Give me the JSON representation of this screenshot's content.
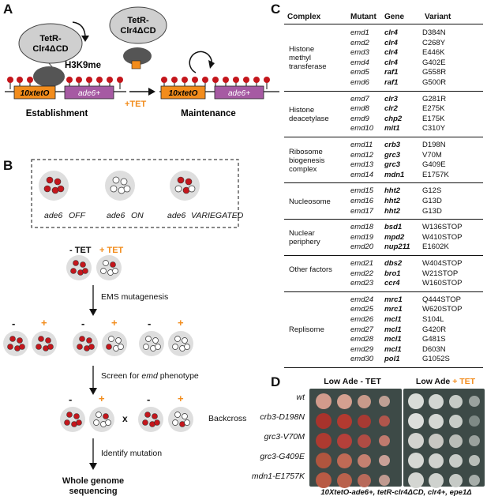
{
  "colors": {
    "orange": "#f28c1c",
    "purple": "#a65aa3",
    "red_cell": "#c4161c",
    "protein_gray": "#555555",
    "bubble_gray": "#cfcfcf",
    "dish_gray": "#dedede",
    "plate_bg": "#3d4a47"
  },
  "panel_a": {
    "letter": "A",
    "protein_label_left": "TetR-\nClr4ΔCD",
    "protein_label_right": "TetR-\nClr4ΔCD",
    "mark_label": "H3K9me",
    "tetO_label": "10xtetO",
    "ade_label": "ade6+",
    "tet_label": "+TET",
    "establishment": "Establishment",
    "maintenance": "Maintenance"
  },
  "panel_b": {
    "letter": "B",
    "legend": [
      {
        "gene": "ade6",
        "state": "OFF",
        "filled": 5,
        "open": 0
      },
      {
        "gene": "ade6",
        "state": "ON",
        "filled": 0,
        "open": 5
      },
      {
        "gene": "ade6",
        "state": "VARIEGATED",
        "filled": 3,
        "open": 2
      }
    ],
    "minus_tet": "- TET",
    "plus_tet": "+ TET",
    "minus": "-",
    "plus": "+",
    "step1": "EMS mutagenesis",
    "step2_pre": "Screen for ",
    "step2_em": "emd",
    "step2_post": " phenotype",
    "cross": "x",
    "backcross": "Backcross",
    "step3": "Identify mutation",
    "final_line1": "Whole genome",
    "final_line2": "sequencing"
  },
  "panel_c": {
    "letter": "C",
    "headers": {
      "complex": "Complex",
      "mutant": "Mutant",
      "gene": "Gene",
      "variant": "Variant"
    },
    "groups": [
      {
        "label": "Histone methyl transferase",
        "rows": [
          {
            "mutant": "emd1",
            "gene": "clr4",
            "variant": "D384N"
          },
          {
            "mutant": "emd2",
            "gene": "clr4",
            "variant": "C268Y"
          },
          {
            "mutant": "emd3",
            "gene": "clr4",
            "variant": "E446K"
          },
          {
            "mutant": "emd4",
            "gene": "clr4",
            "variant": "G402E"
          },
          {
            "mutant": "emd5",
            "gene": "raf1",
            "variant": "G558R"
          },
          {
            "mutant": "emd6",
            "gene": "raf1",
            "variant": "G500R"
          }
        ]
      },
      {
        "label": "Histone deacetylase",
        "rows": [
          {
            "mutant": "emd7",
            "gene": "clr3",
            "variant": "G281R"
          },
          {
            "mutant": "emd8",
            "gene": "clr2",
            "variant": "E275K"
          },
          {
            "mutant": "emd9",
            "gene": "chp2",
            "variant": "E175K"
          },
          {
            "mutant": "emd10",
            "gene": "mit1",
            "variant": "C310Y"
          }
        ]
      },
      {
        "label": "Ribosome biogenesis complex",
        "rows": [
          {
            "mutant": "emd11",
            "gene": "crb3",
            "variant": "D198N"
          },
          {
            "mutant": "emd12",
            "gene": "grc3",
            "variant": "V70M"
          },
          {
            "mutant": "emd13",
            "gene": "grc3",
            "variant": "G409E"
          },
          {
            "mutant": "emd14",
            "gene": "mdn1",
            "variant": "E1757K"
          }
        ]
      },
      {
        "label": "Nucleosome",
        "rows": [
          {
            "mutant": "emd15",
            "gene": "hht2",
            "variant": "G12S"
          },
          {
            "mutant": "emd16",
            "gene": "hht2",
            "variant": "G13D"
          },
          {
            "mutant": "emd17",
            "gene": "hht2",
            "variant": "G13D"
          }
        ]
      },
      {
        "label": "Nuclear periphery",
        "rows": [
          {
            "mutant": "emd18",
            "gene": "bsd1",
            "variant": "W136STOP"
          },
          {
            "mutant": "emd19",
            "gene": "mpd2",
            "variant": "W410STOP"
          },
          {
            "mutant": "emd20",
            "gene": "nup211",
            "variant": "E1602K"
          }
        ]
      },
      {
        "label": "Other factors",
        "rows": [
          {
            "mutant": "emd21",
            "gene": "dbs2",
            "variant": "W404STOP"
          },
          {
            "mutant": "emd22",
            "gene": "bro1",
            "variant": "W21STOP"
          },
          {
            "mutant": "emd23",
            "gene": "ccr4",
            "variant": "W160STOP"
          }
        ]
      },
      {
        "label": "Replisome",
        "rows": [
          {
            "mutant": "emd24",
            "gene": "mrc1",
            "variant": "Q444STOP"
          },
          {
            "mutant": "emd25",
            "gene": "mrc1",
            "variant": "W620STOP"
          },
          {
            "mutant": "emd26",
            "gene": "mcl1",
            "variant": "S104L"
          },
          {
            "mutant": "emd27",
            "gene": "mcl1",
            "variant": "G420R"
          },
          {
            "mutant": "emd28",
            "gene": "mcl1",
            "variant": "G481S"
          },
          {
            "mutant": "emd29",
            "gene": "mcl1",
            "variant": "D603N"
          },
          {
            "mutant": "emd30",
            "gene": "pol1",
            "variant": "G1052S"
          }
        ]
      }
    ]
  },
  "panel_d": {
    "letter": "D",
    "header_left": "Low Ade - TET",
    "header_right_pre": "Low Ade ",
    "header_right_tet": "+ TET",
    "strains": [
      "wt",
      "crb3-D198N",
      "grc3-V70M",
      "grc3-G409E",
      "mdn1-E1757K"
    ],
    "genotype": "10XtetO-ade6+, tetR-clr4ΔCD, clr4+, epe1Δ"
  }
}
